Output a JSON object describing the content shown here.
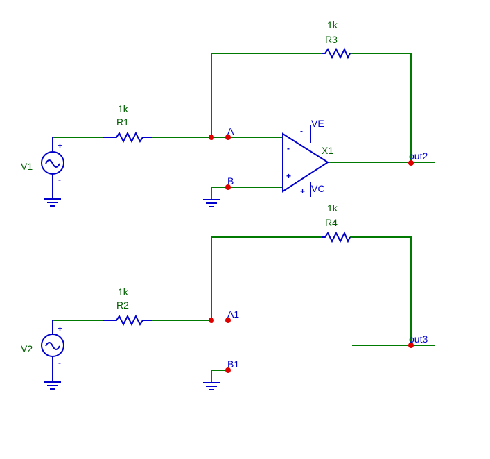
{
  "components": {
    "r1": {
      "value": "1k",
      "ref": "R1"
    },
    "r2": {
      "value": "1k",
      "ref": "R2"
    },
    "r3": {
      "value": "1k",
      "ref": "R3"
    },
    "r4": {
      "value": "1k",
      "ref": "R4"
    },
    "v1": {
      "ref": "V1"
    },
    "v2": {
      "ref": "V2"
    },
    "x1": {
      "ref": "X1",
      "vplus": "VE",
      "vminus": "VC"
    }
  },
  "signs": {
    "plus": "+",
    "minus": "-"
  },
  "nets": {
    "a": "A",
    "b": "B",
    "a1": "A1",
    "b1": "B1",
    "out2": "out2",
    "out3": "out3"
  },
  "colors": {
    "wire": "#007a00",
    "component": "#0000cc",
    "node": "#e00000",
    "label_green": "#006000"
  }
}
